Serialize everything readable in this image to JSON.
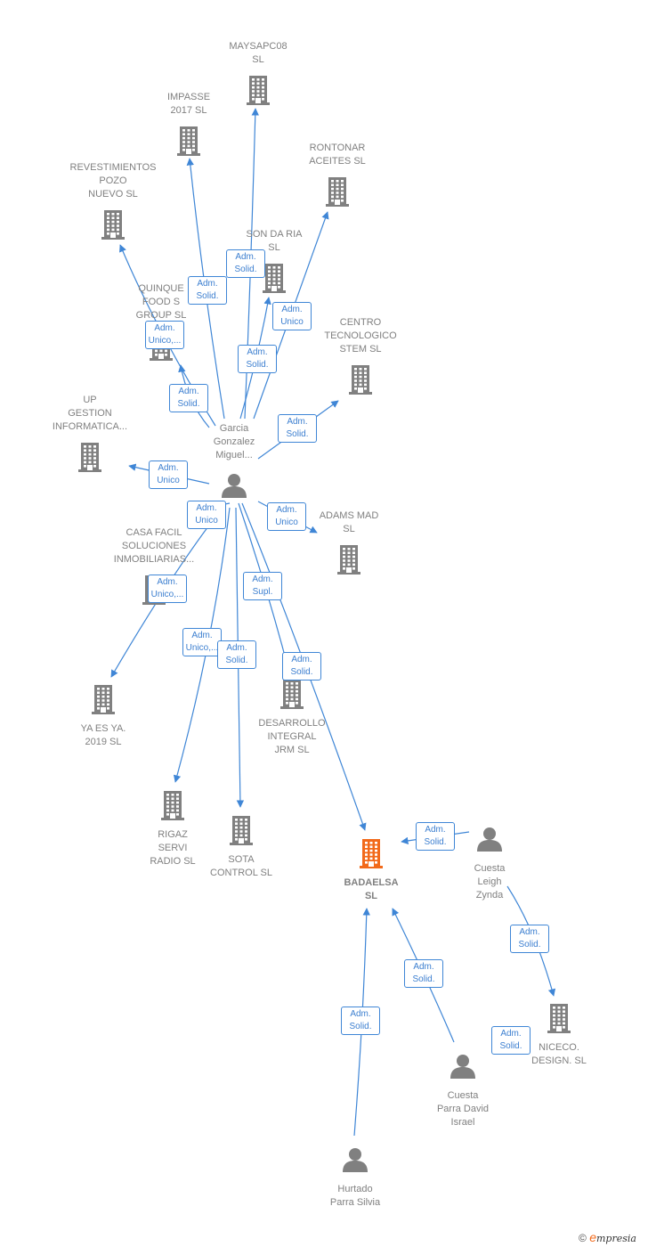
{
  "colors": {
    "edge": "#3f86d6",
    "company": "#808080",
    "focus": "#f26a1b",
    "person": "#808080",
    "badge_text": "#3c7fd0"
  },
  "nodes": [
    {
      "id": "maysapc08",
      "type": "company",
      "label": "MAYSAPC08\nSL",
      "label_pos": "top"
    },
    {
      "id": "impasse",
      "type": "company",
      "label": "IMPASSE\n2017  SL",
      "label_pos": "top"
    },
    {
      "id": "rontonar",
      "type": "company",
      "label": "RONTONAR\nACEITES  SL",
      "label_pos": "top"
    },
    {
      "id": "revestimientos",
      "type": "company",
      "label": "REVESTIMIENTOS\nPOZO\nNUEVO SL",
      "label_pos": "top"
    },
    {
      "id": "sondaria",
      "type": "company",
      "label": "SON DA RIA\nSL",
      "label_pos": "top"
    },
    {
      "id": "quinque",
      "type": "company",
      "label": "QUINQUE\nFOOD S\nGROUP  SL",
      "label_pos": "top"
    },
    {
      "id": "centro",
      "type": "company",
      "label": "CENTRO\nTECNOLOGICO\nSTEM  SL",
      "label_pos": "top"
    },
    {
      "id": "upgestion",
      "type": "company",
      "label": "UP\nGESTION\nINFORMATICA...",
      "label_pos": "top"
    },
    {
      "id": "garcia",
      "type": "person",
      "label": "Garcia\nGonzalez\nMiguel...",
      "label_pos": "top"
    },
    {
      "id": "adamsmad",
      "type": "company",
      "label": "ADAMS MAD\nSL",
      "label_pos": "top"
    },
    {
      "id": "casafacil",
      "type": "company",
      "label": "CASA FACIL\nSOLUCIONES\nINMOBILIARIAS...",
      "label_pos": "top"
    },
    {
      "id": "yaesya",
      "type": "company",
      "label": "YA ES YA.\n2019  SL",
      "label_pos": "bottom"
    },
    {
      "id": "desarrollo",
      "type": "company",
      "label": "DESARROLLO\nINTEGRAL\nJRM  SL",
      "label_pos": "bottom"
    },
    {
      "id": "rigaz",
      "type": "company",
      "label": "RIGAZ\nSERVI\nRADIO SL",
      "label_pos": "bottom"
    },
    {
      "id": "sota",
      "type": "company",
      "label": "SOTA\nCONTROL  SL",
      "label_pos": "bottom"
    },
    {
      "id": "badaelsa",
      "type": "focus",
      "label": "BADAELSA\nSL",
      "label_pos": "bottom"
    },
    {
      "id": "cuestaleigh",
      "type": "person",
      "label": "Cuesta\nLeigh\nZynda",
      "label_pos": "bottom"
    },
    {
      "id": "niceco",
      "type": "company",
      "label": "NICECO.\nDESIGN.  SL",
      "label_pos": "bottom"
    },
    {
      "id": "cuestaparra",
      "type": "person",
      "label": "Cuesta\nParra David\nIsrael",
      "label_pos": "bottom"
    },
    {
      "id": "hurtado",
      "type": "person",
      "label": "Hurtado\nParra Silvia",
      "label_pos": "bottom"
    }
  ],
  "edges": [
    {
      "from": "garcia",
      "to": "maysapc08",
      "label": "Adm.\nSolid."
    },
    {
      "from": "garcia",
      "to": "impasse",
      "label": "Adm.\nSolid."
    },
    {
      "from": "garcia",
      "to": "rontonar",
      "label": "Adm.\nUnico"
    },
    {
      "from": "garcia",
      "to": "revestimientos",
      "label": "Adm.\nUnico,..."
    },
    {
      "from": "garcia",
      "to": "sondaria",
      "label": "Adm.\nSolid."
    },
    {
      "from": "garcia",
      "to": "quinque",
      "label": "Adm.\nSolid."
    },
    {
      "from": "garcia",
      "to": "centro",
      "label": "Adm.\nSolid."
    },
    {
      "from": "garcia",
      "to": "upgestion",
      "label": "Adm.\nUnico"
    },
    {
      "from": "garcia",
      "to": "adamsmad",
      "label": "Adm.\nUnico"
    },
    {
      "from": "garcia",
      "to": "casafacil",
      "label": "Adm.\nUnico"
    },
    {
      "from": "garcia",
      "to": "yaesya",
      "label": "Adm.\nUnico,..."
    },
    {
      "from": "garcia",
      "to": "desarrollo",
      "label": "Adm.\nSupl."
    },
    {
      "from": "garcia",
      "to": "rigaz",
      "label": "Adm.\nUnico,..."
    },
    {
      "from": "garcia",
      "to": "sota",
      "label": "Adm.\nSolid."
    },
    {
      "from": "garcia",
      "to": "badaelsa",
      "label": "Adm.\nSolid."
    },
    {
      "from": "cuestaleigh",
      "to": "badaelsa",
      "label": "Adm.\nSolid."
    },
    {
      "from": "cuestaleigh",
      "to": "niceco",
      "label": "Adm.\nSolid."
    },
    {
      "from": "niceco",
      "to": "niceco",
      "label": "Adm.\nSolid."
    },
    {
      "from": "cuestaparra",
      "to": "badaelsa",
      "label": "Adm.\nSolid."
    },
    {
      "from": "hurtado",
      "to": "badaelsa",
      "label": "Adm.\nSolid."
    }
  ],
  "footer": {
    "copyright": "©",
    "brand": "mpresia",
    "brand_initial": "e"
  }
}
